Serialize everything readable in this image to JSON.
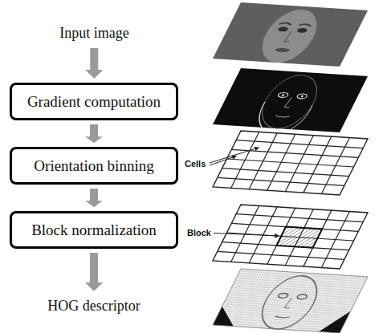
{
  "diagram": {
    "nodes": [
      {
        "text": [
          "Input image"
        ]
      },
      {
        "text": [
          "Gradient computation"
        ]
      },
      {
        "text": [
          "Orientation binning"
        ]
      },
      {
        "text": [
          "Block normalization"
        ]
      },
      {
        "text": [
          "HOG descriptor"
        ]
      }
    ],
    "edges": [
      {
        "from": 0,
        "to": 1,
        "arrow": "to"
      },
      {
        "from": 1,
        "to": 2,
        "arrow": "to"
      },
      {
        "from": 2,
        "to": 3,
        "arrow": "to"
      },
      {
        "from": 3,
        "to": 4,
        "arrow": "to"
      }
    ],
    "labels": [
      "Cells",
      "Block"
    ]
  }
}
